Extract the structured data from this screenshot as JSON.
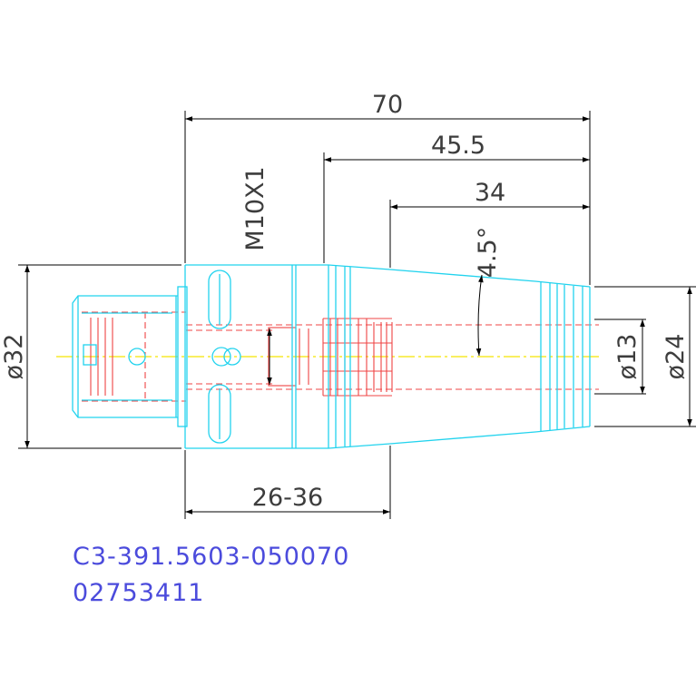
{
  "dimensions": {
    "overall_length": "70",
    "length_45": "45.5",
    "length_34": "34",
    "angle": "4.5°",
    "thread": "M10X1",
    "dia_32": "ø32",
    "dia_13": "ø13",
    "dia_24": "ø24",
    "range": "26-36"
  },
  "part": {
    "code": "C3-391.5603-050070",
    "number": "02753411"
  },
  "colors": {
    "outline": "#22d3ee",
    "hidden": "#ef4444",
    "centerline": "#f5e500",
    "dimension": "#000000",
    "label_text": "#4b4bdc"
  }
}
